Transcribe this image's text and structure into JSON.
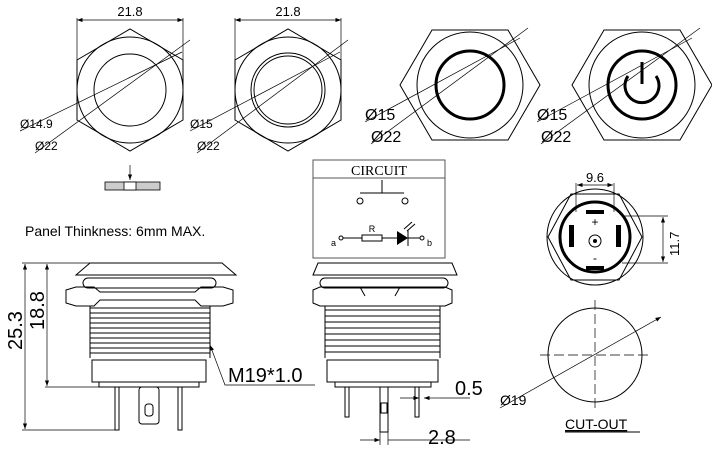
{
  "title": "Metal push button switch dimension drawing",
  "views": {
    "top1": {
      "width": "21.8",
      "inner_dia": "Ø14.9",
      "outer_dia": "Ø22"
    },
    "top2": {
      "width": "21.8",
      "inner_dia": "Ø15",
      "outer_dia": "Ø22"
    },
    "top3": {
      "inner_dia": "Ø15",
      "outer_dia": "Ø22"
    },
    "top4": {
      "inner_dia": "Ø15",
      "outer_dia": "Ø22",
      "icon": "power-icon"
    }
  },
  "panel_note": "Panel Thinkness: 6mm MAX.",
  "side": {
    "total_height": "25.3",
    "body_height": "18.8",
    "thread": "M19*1.0"
  },
  "side2": {
    "pin_thickness": "0.5",
    "pin_width": "2.8"
  },
  "circuit": {
    "title": "CIRCUIT",
    "resistor": "R",
    "terminal_a": "a",
    "terminal_b": "b"
  },
  "bottom": {
    "width": "9.6",
    "height": "11.7",
    "plus": "+",
    "minus": "-"
  },
  "cutout": {
    "diameter": "Ø19",
    "label": "CUT-OUT"
  }
}
